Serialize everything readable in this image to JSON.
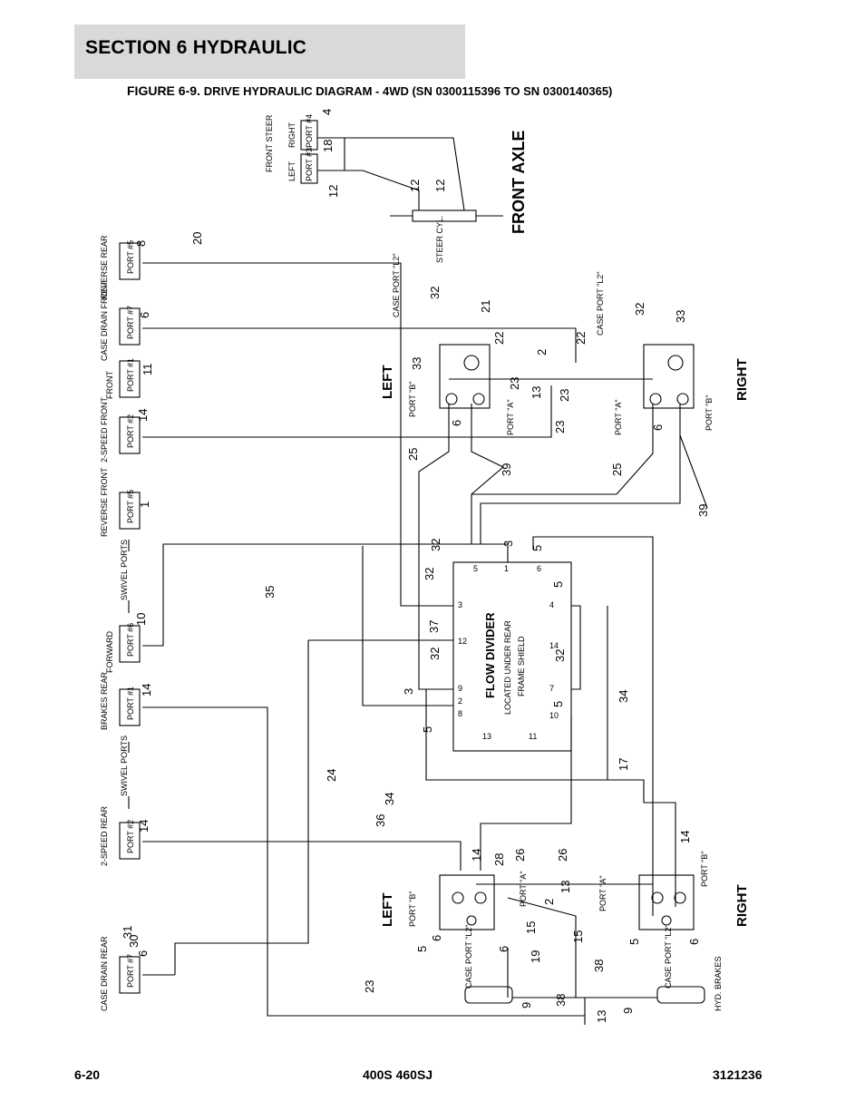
{
  "section_title": "SECTION 6   HYDRAULIC",
  "figure_title": {
    "prefix": "FIGURE 6-9.",
    "text": "DRIVE HYDRAULIC DIAGRAM - 4WD (SN 0300115396 TO SN 0300140365)"
  },
  "diagram": {
    "front_axle": {
      "label": "FRONT AXLE",
      "left": "LEFT",
      "right": "RIGHT",
      "front_steer": "FRONT STEER",
      "steer_left": "LEFT",
      "steer_right": "RIGHT",
      "steer_port_3": "PORT #3",
      "steer_port_4": "PORT #4",
      "steer_cyl": "STEER CYL.",
      "left_case_port": "CASE PORT \"L2\"",
      "right_case_port": "CASE PORT \"L2\"",
      "left_port_b": "PORT \"B\"",
      "left_port_a": "PORT \"A\"",
      "right_port_a": "PORT \"A\"",
      "right_port_b": "PORT \"B\""
    },
    "rear_axle": {
      "left": "LEFT",
      "right": "RIGHT",
      "left_port_b": "PORT \"B\"",
      "left_port_a": "PORT \"A\"",
      "left_case_port": "CASE PORT \"L2\"",
      "right_port_a": "PORT \"A\"",
      "right_port_b": "PORT \"B\"",
      "right_case_port": "CASE PORT \"L2\"",
      "hyd_brakes": "HYD. BRAKES"
    },
    "flow_divider": {
      "title": "FLOW DIVIDER",
      "subtitle_1": "LOCATED UNDER REAR",
      "subtitle_2": "FRAME SHIELD",
      "ports": [
        "5",
        "1",
        "6",
        "3",
        "4",
        "12",
        "14",
        "9",
        "2",
        "8",
        "7",
        "10",
        "13",
        "11"
      ]
    },
    "valve_ports": [
      {
        "group": "REVERSE REAR",
        "port": "PORT #5"
      },
      {
        "group": "CASE DRAIN FRONT",
        "port": "PORT #7"
      },
      {
        "group": "FRONT",
        "port": "PORT #1"
      },
      {
        "group": "2-SPEED FRONT",
        "port": "PORT #2"
      },
      {
        "group": "REVERSE FRONT",
        "port": "PORT #5"
      },
      {
        "group": "FORWARD",
        "port": "PORT #6"
      },
      {
        "group": "BRAKES REAR",
        "port": "PORT #1"
      },
      {
        "group": "2-SPEED REAR",
        "port": "PORT #2"
      },
      {
        "group": "CASE DRAIN REAR",
        "port": "PORT #7"
      }
    ],
    "swivel_ports": [
      "SWIVEL PORTS",
      "SWIVEL PORTS"
    ],
    "item_numbers": [
      "4",
      "18",
      "12",
      "12",
      "12",
      "8",
      "20",
      "6",
      "32",
      "21",
      "22",
      "2",
      "22",
      "32",
      "33",
      "11",
      "33",
      "23",
      "13",
      "23",
      "14",
      "6",
      "23",
      "6",
      "25",
      "39",
      "25",
      "39",
      "1",
      "35",
      "32",
      "3",
      "5",
      "32",
      "5",
      "10",
      "37",
      "32",
      "32",
      "14",
      "3",
      "5",
      "5",
      "34",
      "24",
      "17",
      "34",
      "36",
      "14",
      "28",
      "26",
      "26",
      "14",
      "14",
      "31",
      "30",
      "6",
      "13",
      "2",
      "15",
      "15",
      "6",
      "5",
      "6",
      "5",
      "6",
      "19",
      "38",
      "23",
      "9",
      "38",
      "13",
      "9"
    ]
  },
  "footer": {
    "page": "6-20",
    "model": "400S 460SJ",
    "doc_number": "3121236"
  }
}
